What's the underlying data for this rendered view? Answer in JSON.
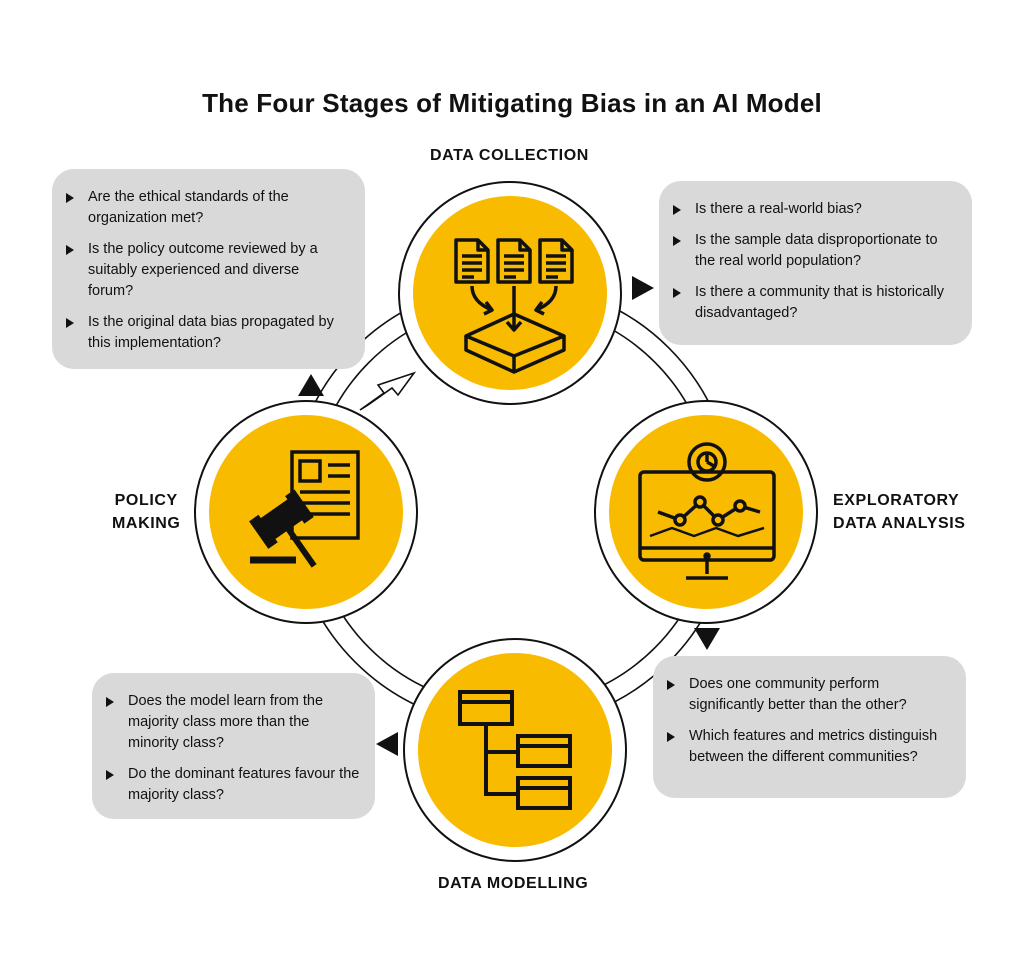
{
  "title": "The Four Stages of Mitigating Bias in an AI Model",
  "colors": {
    "accent": "#f8bb00",
    "box": "#d9d9d9",
    "ink": "#111111"
  },
  "stages": {
    "data_collection": {
      "label": [
        "DATA COLLECTION"
      ],
      "icon": "documents-to-tray-icon",
      "questions": [
        "Is there a real-world bias?",
        "Is the sample data disproportionate to the real world population?",
        "Is there a community that is historically disadvantaged?"
      ]
    },
    "exploratory_analysis": {
      "label": [
        "EXPLORATORY",
        "DATA ANALYSIS"
      ],
      "icon": "monitor-chart-gear-icon",
      "questions": [
        "Does one community perform significantly better than the other?",
        "Which features and metrics distinguish between the different communities?"
      ]
    },
    "data_modelling": {
      "label": [
        "DATA MODELLING"
      ],
      "icon": "hierarchy-boxes-icon",
      "questions": [
        "Does the model learn from the majority class more than the minority class?",
        "Do the dominant features favour the majority class?"
      ]
    },
    "policy_making": {
      "label": [
        "POLICY",
        "MAKING"
      ],
      "icon": "gavel-document-icon",
      "questions": [
        "Are the ethical standards of the organization met?",
        "Is the policy outcome reviewed by a suitably experienced and diverse forum?",
        "Is the original data bias propagated by this implementation?"
      ]
    }
  }
}
